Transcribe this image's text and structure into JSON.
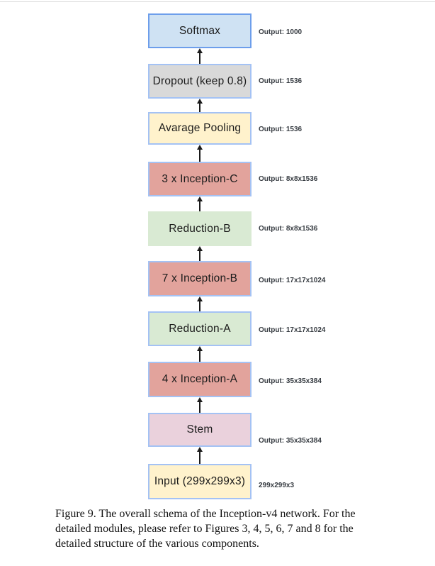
{
  "figure": {
    "title": "Inception-v4 overall schema",
    "arrow_color": "#1a1a1a",
    "nodes": [
      {
        "label": "Softmax",
        "output": "Output: 1000",
        "fill": "#cfe2f3",
        "border": "#6d9eeb"
      },
      {
        "label": "Dropout (keep 0.8)",
        "output": "Output: 1536",
        "fill": "#d9d9d9",
        "border": "#a4c2f4"
      },
      {
        "label": "Avarage Pooling",
        "output": "Output: 1536",
        "fill": "#fff2cc",
        "border": "#a4c2f4"
      },
      {
        "label": "3 x Inception-C",
        "output": "Output: 8x8x1536",
        "fill": "#e2a39c",
        "border": "#a4c2f4"
      },
      {
        "label": "Reduction-B",
        "output": "Output: 8x8x1536",
        "fill": "#d9ead3",
        "border": "#d9ead3"
      },
      {
        "label": "7 x Inception-B",
        "output": "Output: 17x17x1024",
        "fill": "#e2a39c",
        "border": "#a4c2f4"
      },
      {
        "label": "Reduction-A",
        "output": "Output: 17x17x1024",
        "fill": "#d9ead3",
        "border": "#a4c2f4"
      },
      {
        "label": "4 x Inception-A",
        "output": "Output: 35x35x384",
        "fill": "#e2a39c",
        "border": "#a4c2f4"
      },
      {
        "label": "Stem",
        "output": "Output: 35x35x384",
        "fill": "#ead1dc",
        "border": "#a4c2f4"
      },
      {
        "label": "Input (299x299x3)",
        "output": "299x299x3",
        "fill": "#fff2cc",
        "border": "#a4c2f4"
      }
    ]
  },
  "caption": {
    "lines": [
      "Figure 9. The overall schema of the Inception-v4 network. For the",
      "detailed modules, please refer to Figures 3, 4, 5, 6, 7 and 8 for the",
      "detailed structure of the various components."
    ]
  }
}
